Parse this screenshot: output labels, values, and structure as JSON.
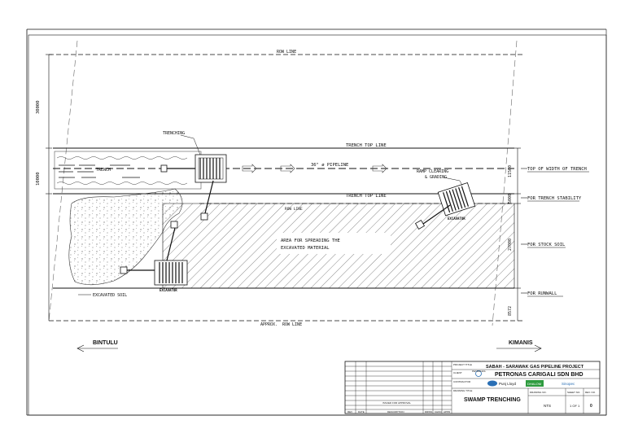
{
  "drawing": {
    "row_line_top": "ROW LINE",
    "row_line_mid": "ROW LINE",
    "row_line_bottom": "ROW LINE",
    "row_line_bottom_prefix": "APPROX.",
    "trench_top_line_1": "TRENCH TOP LINE",
    "trench_top_line_2": "TRENCH TOP LINE",
    "pipeline_label": "36\" ø PIPELINE",
    "trench_label_left": "TRENCH",
    "trenching_label": "TRENCHING",
    "ramp_label_1": "RAMP CLEARING",
    "ramp_label_2": "& GRADING",
    "area_label_1": "AREA FOR SPREADING THE",
    "area_label_2": "EXCAVATED MATERIAL",
    "excavated_soil": "EXCAVATED SOIL",
    "excavator_1": "EXCAVATOR",
    "excavator_2": "EXCAVATOR",
    "right_top_of_width": "TOP OF WIDTH OF TRENCH",
    "right_trench_stability": "FOR TRENCH STABILITY",
    "right_stock_soil": "FOR STOCK SOIL",
    "right_runwall": "FOR RUNWALL",
    "dim_30000": "30000",
    "dim_10000": "10000",
    "dim_11500": "11500",
    "dim_5000": "5000",
    "dim_27000": "27000",
    "dim_8572": "8572"
  },
  "directions": {
    "left": "BINTULU",
    "right": "KIMANIS"
  },
  "title_block": {
    "project_caption": "PROJECT TITLE",
    "project": "SABAH - SARAWAK GAS PIPELINE PROJECT",
    "client_caption": "CLIENT",
    "client_logo": "PETRONAS",
    "client": "PETRONAS CARIGALI SDN BHD",
    "contractor_caption": "CONTRACTOR",
    "logo_1": "Punj Lloyd",
    "logo_2": "DHALOM",
    "logo_3": "Sinopec",
    "drawing_title_caption": "DRAWING TITLE",
    "drawing_title": "SWAMP TRENCHING",
    "drawing_no_caption": "DRAWING NO.",
    "sheet_caption": "SHEET NO.",
    "rev_caption": "REV. NO.",
    "scale": "NTS",
    "sheet_value": "1 OF 1",
    "rev_value": "0",
    "issued_for": "ISSUED FOR APPROVAL",
    "col_rev": "REV",
    "col_date": "DATE",
    "col_description": "DESCRIPTION",
    "col_drawn": "DRWN",
    "col_checked": "CHKD",
    "col_approved": "APPD"
  },
  "colors": {
    "line": "#111111",
    "logo_blue": "#2a6fb5",
    "logo_green": "#2e9b3f"
  }
}
